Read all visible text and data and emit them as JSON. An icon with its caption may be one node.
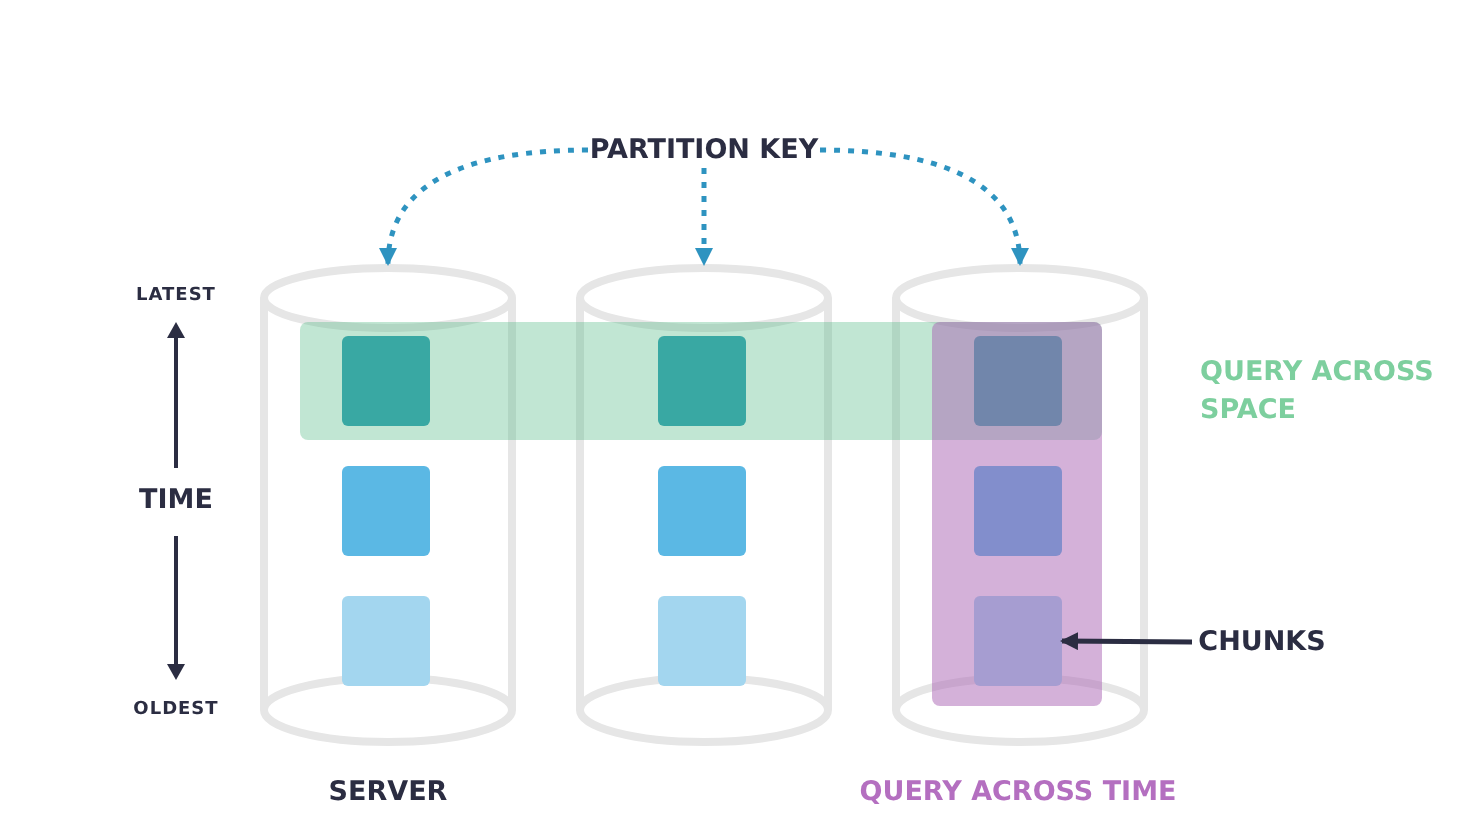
{
  "diagram": {
    "nodes": [
      {
        "text": [
          "PARTITION KEY"
        ]
      },
      {
        "text": [],
        "shape": "cylinder",
        "beside": [
          "SERVER"
        ]
      },
      {
        "text": [],
        "shape": "box"
      },
      {
        "text": [],
        "shape": "box",
        "in": 1
      },
      {
        "text": [],
        "shape": "box",
        "in": 1
      },
      {
        "text": [],
        "shape": "cylinder"
      },
      {
        "text": [],
        "shape": "box"
      },
      {
        "text": [],
        "shape": "box",
        "in": 5
      },
      {
        "text": [],
        "shape": "box",
        "in": 5
      },
      {
        "text": [],
        "shape": "cylinder"
      },
      {
        "text": [],
        "shape": "box"
      },
      {
        "text": [],
        "shape": "band",
        "in": 9,
        "beside": [
          "QUERY ACROSS TIME"
        ]
      },
      {
        "text": [],
        "shape": "box",
        "in": 11
      },
      {
        "text": [],
        "shape": "box",
        "in": 11
      },
      {
        "text": [],
        "shape": "band",
        "beside": [
          "QUERY ACROSS SPACE"
        ]
      },
      {
        "text": [
          "CHUNKS"
        ]
      }
    ],
    "edges": [
      {
        "from": 0,
        "to": 1,
        "arrow": "to",
        "style": "dashed"
      },
      {
        "from": 0,
        "to": 5,
        "arrow": "to",
        "style": "dashed"
      },
      {
        "from": 0,
        "to": 9,
        "arrow": "to",
        "style": "dashed"
      },
      {
        "from": 15,
        "to": 13,
        "arrow": "to",
        "color": "#2b2d42"
      }
    ],
    "labels": [
      "LATEST",
      "TIME",
      "OLDEST"
    ]
  }
}
